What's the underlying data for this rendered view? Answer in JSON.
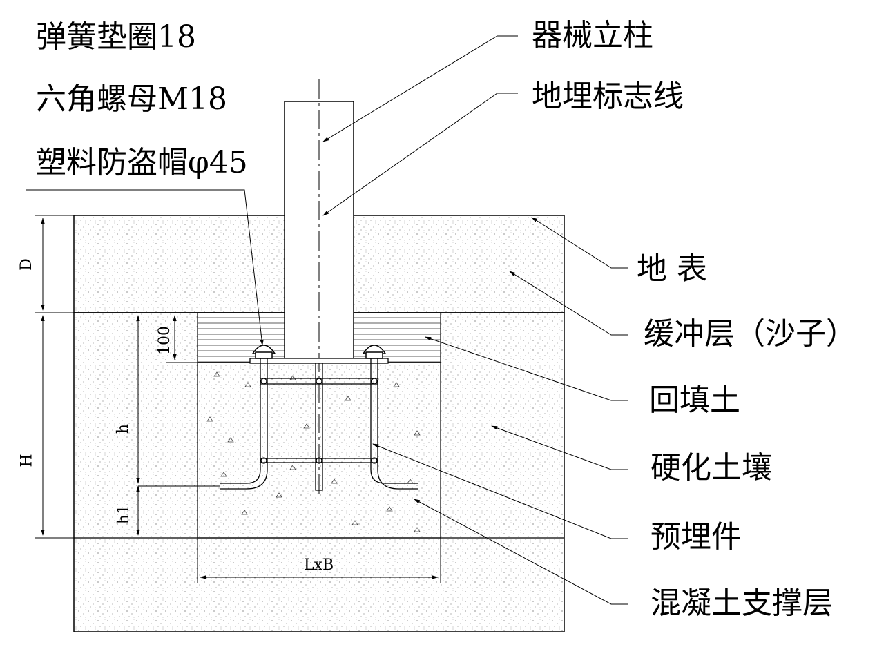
{
  "left_labels": {
    "spring_washer": "弹簧垫圈18",
    "hex_nut": "六角螺母M18",
    "anti_theft_cap": "塑料防盗帽φ45"
  },
  "right_labels": {
    "post": "器械立柱",
    "marker_line": "地埋标志线",
    "ground_surface": "地  表",
    "buffer_layer": "缓冲层（沙子）",
    "backfill": "回填土",
    "hardened_soil": "硬化土壤",
    "embedded_part": "预埋件",
    "concrete_layer": "混凝土支撑层"
  },
  "dimensions": {
    "D": "D",
    "H": "H",
    "h": "h",
    "h1": "h1",
    "hundred": "100",
    "LxB": "LxB"
  }
}
